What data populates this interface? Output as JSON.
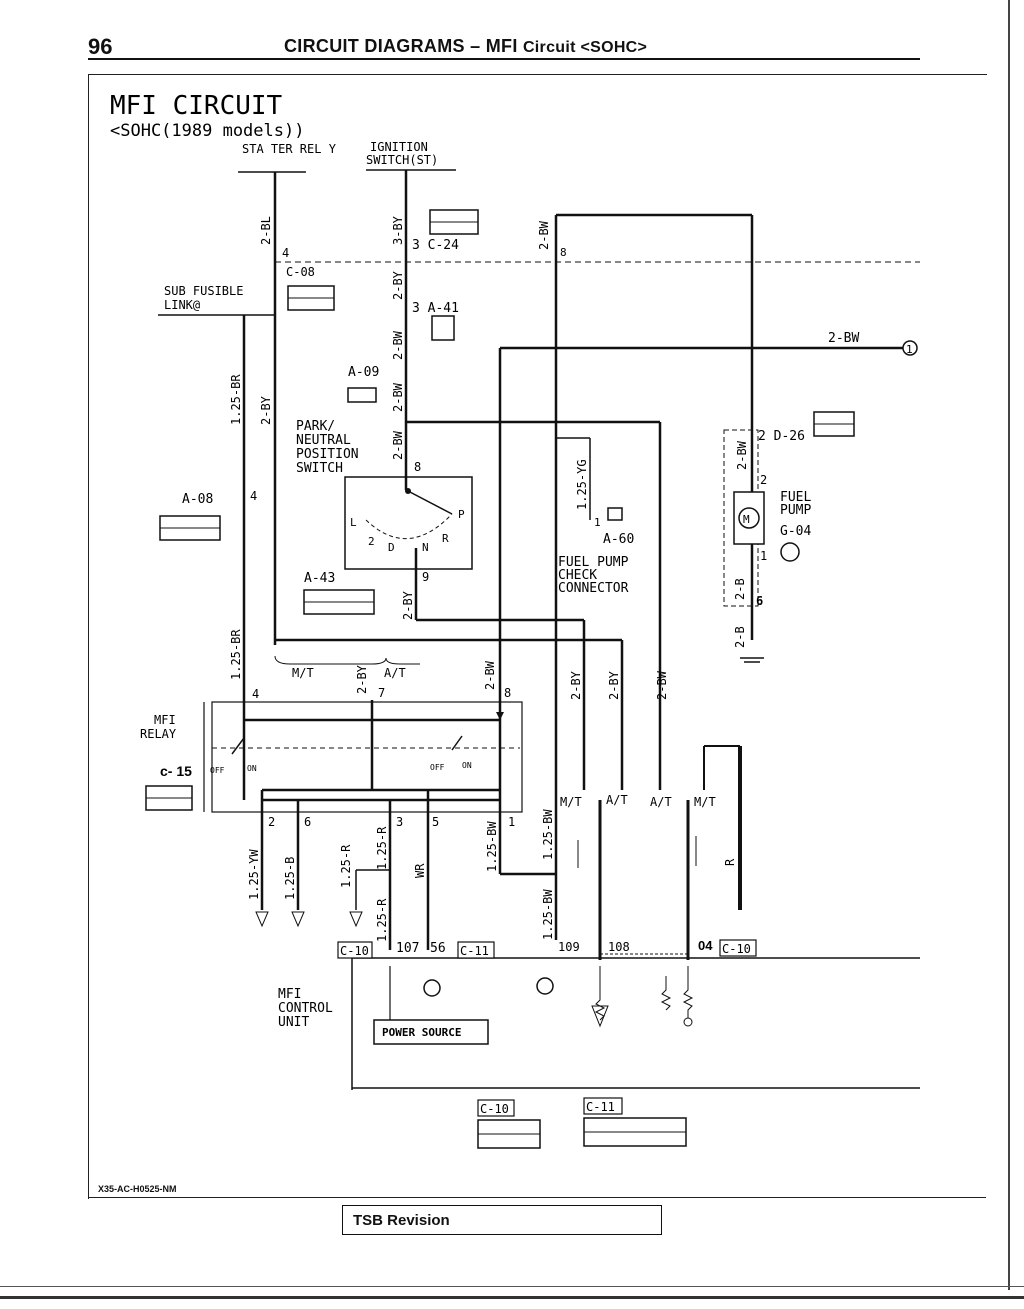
{
  "header": {
    "page_number": "96",
    "title_main": "CIRCUIT  DIAGRAMS",
    "title_dash": "–",
    "title_mfi": "MFI",
    "title_sub": "Circuit  <SOHC>"
  },
  "diagram": {
    "title_line1": "MFI CIRCUIT",
    "title_line2": "<SOHC(1989 models))"
  },
  "labels": {
    "starter_relay": "STA TER REL Y",
    "ignition_switch_1": "IGNITION",
    "ignition_switch_2": "SWITCH(ST)",
    "sub_fusible_1": "SUB FUSIBLE",
    "sub_fusible_2": "LINK@",
    "c24": "3 C-24",
    "c08": "C-08",
    "a41": "3 A-41",
    "a09": "A-09",
    "park1": "PARK/",
    "park2": "NEUTRAL",
    "park3": "POSITION",
    "park4": "SWITCH",
    "a08": "A-08",
    "a43": "A-43",
    "a60": "A-60",
    "fpc1": "FUEL PUMP",
    "fpc2": "CHECK",
    "fpc3": "CONNECTOR",
    "d26": "2 D-26",
    "fuel_pump1": "FUEL",
    "fuel_pump2": "PUMP",
    "g04": "G-04",
    "mfi_relay1": "MFI",
    "mfi_relay2": "RELAY",
    "c15": "c- 15",
    "off": "OFF",
    "on": "ON",
    "mt": "M/T",
    "at": "A/T",
    "mfi_cu1": "MFI",
    "mfi_cu2": "CONTROL",
    "mfi_cu3": "UNIT",
    "power_source": "POWER SOURCE",
    "c10": "C-10",
    "c11": "C-11",
    "pin107": "107",
    "pin56": "56",
    "pin109": "109",
    "pin108": "108",
    "pin04": "04",
    "circle1": "1",
    "wire_2bw_top": "2-BW",
    "wire_2bw_right": "2-BW"
  },
  "footer": {
    "code": "X35-AC-H0525-NM",
    "tsb": "TSB Revision"
  }
}
